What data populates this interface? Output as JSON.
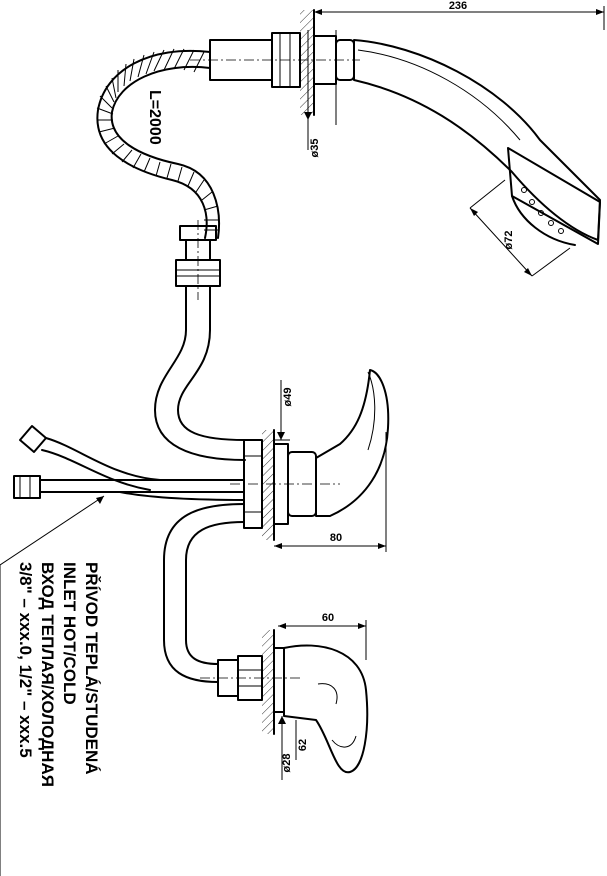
{
  "dimensions": {
    "shower_length": "236",
    "shower_flange_dia": "ø35",
    "shower_head_dia": "ø72",
    "hose_length": "L=2000",
    "mixer_dia": "ø49",
    "mixer_depth": "80",
    "spout_depth": "60",
    "spout_flange_dia": "ø28",
    "spout_height": "62"
  },
  "note": {
    "line1": "PŘÍVOD TEPLÁ/STUDENÁ",
    "line2": "INLET HOT/COLD",
    "line3": "ВХОД ТЕПЛАЯ/ХОЛОДНАЯ",
    "line4": "3/8\" – xxx.0, 1/2\" – xxx.5"
  }
}
